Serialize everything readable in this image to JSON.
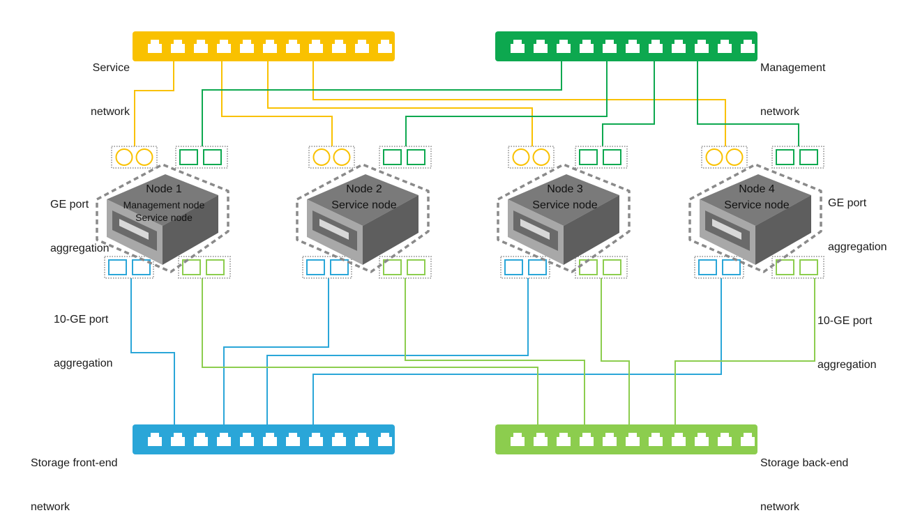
{
  "colors": {
    "service": "#F9C100",
    "management": "#0DA84F",
    "front_end": "#2AA6D8",
    "back_end": "#8CCD4E",
    "node_gray": "#7A7A7A",
    "node_light": "#A8A8A8",
    "node_dark": "#5E5E5E",
    "border_dotted": "#888888"
  },
  "networks": {
    "service": {
      "label_line1": "Service",
      "label_line2": "network"
    },
    "management": {
      "label_line1": "Management",
      "label_line2": "network"
    },
    "front_end": {
      "label_line1": "Storage front-end",
      "label_line2": "network"
    },
    "back_end": {
      "label_line1": "Storage back-end",
      "label_line2": "network"
    }
  },
  "port_labels": {
    "ge_left": {
      "line1": "GE port",
      "line2": "aggregation"
    },
    "ge_right": {
      "line1": "GE port",
      "line2": "aggregation"
    },
    "tenge_left": {
      "line1": "10-GE port",
      "line2": "aggregation"
    },
    "tenge_right": {
      "line1": "10-GE port",
      "line2": "aggregation"
    }
  },
  "nodes": [
    {
      "title": "Node 1",
      "roles": [
        "Management  node",
        "Service node"
      ]
    },
    {
      "title": "Node 2",
      "roles": [
        "Service node"
      ]
    },
    {
      "title": "Node 3",
      "roles": [
        "Service node"
      ]
    },
    {
      "title": "Node 4",
      "roles": [
        "Service node"
      ]
    }
  ]
}
